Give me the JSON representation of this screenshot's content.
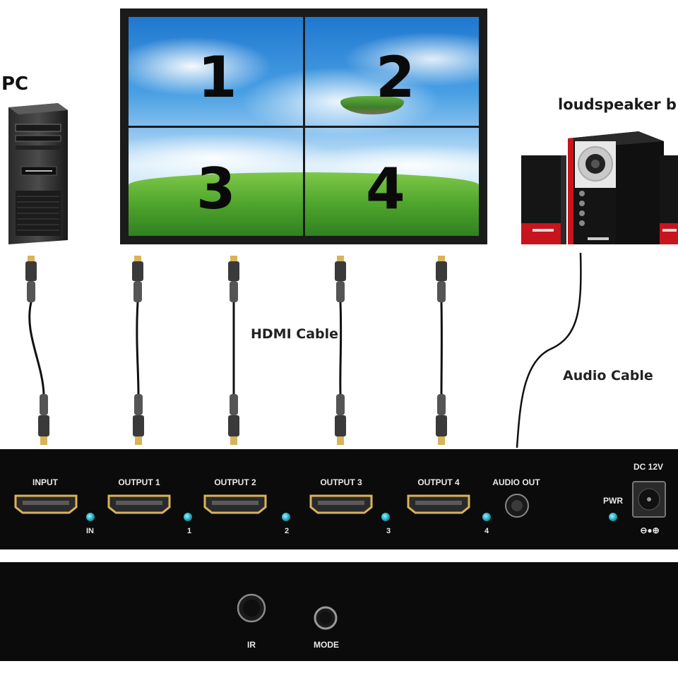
{
  "labels": {
    "pc": "PC",
    "speaker": "loudspeaker b",
    "hdmi_cable": "HDMI Cable",
    "audio_cable": "Audio Cable"
  },
  "video_wall": {
    "screens": [
      "1",
      "2",
      "3",
      "4"
    ]
  },
  "rear_panel": {
    "ports": [
      "INPUT",
      "OUTPUT 1",
      "OUTPUT 2",
      "OUTPUT 3",
      "OUTPUT 4"
    ],
    "audio_out": "AUDIO OUT",
    "led_labels": [
      "IN",
      "1",
      "2",
      "3",
      "4"
    ],
    "power": {
      "label": "DC 12V",
      "pwr": "PWR",
      "polarity": "⊖●⊕"
    }
  },
  "front_panel": {
    "ir": "IR",
    "mode": "MODE"
  },
  "colors": {
    "panel": "#0b0b0b",
    "led": "#19a6b8",
    "hdmi_gold": "#d8b35a",
    "speaker_red": "#c8141c"
  }
}
